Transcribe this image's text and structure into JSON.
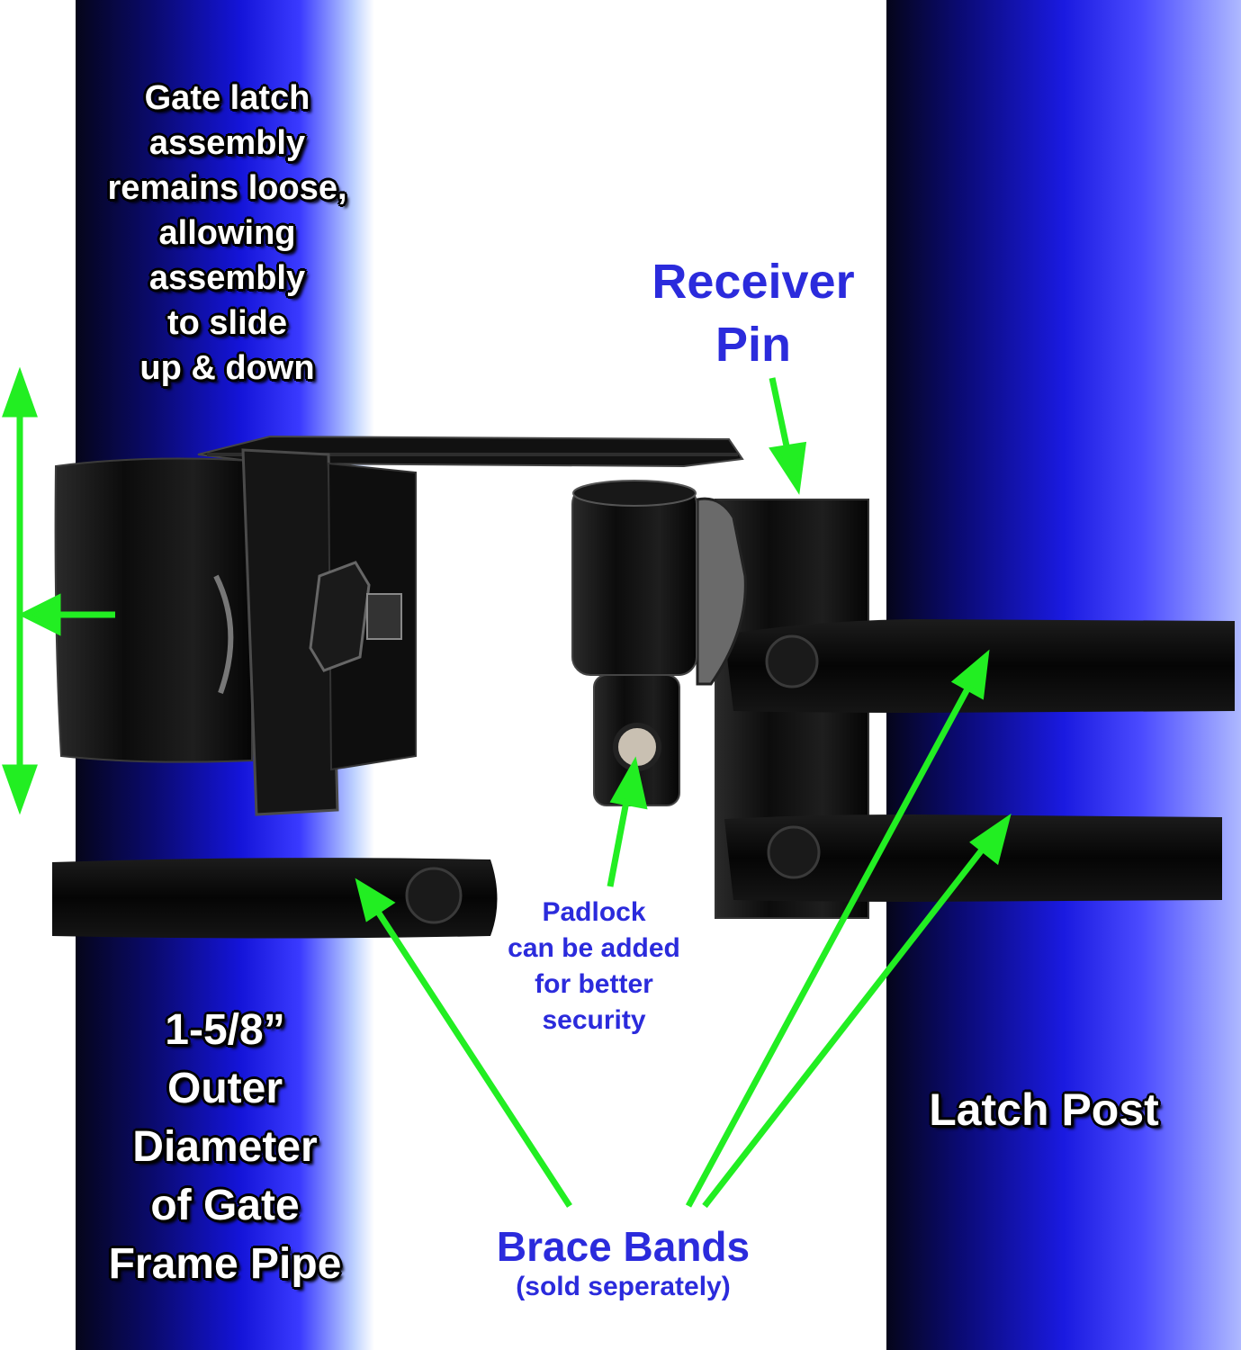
{
  "labels": {
    "assembly_note": [
      "Gate latch",
      "assembly",
      "remains loose,",
      "allowing",
      "assembly",
      "to slide",
      "up & down"
    ],
    "receiver_pin": [
      "Receiver",
      "Pin"
    ],
    "padlock_note": [
      "Padlock",
      "can be added",
      "for better",
      "security"
    ],
    "pipe_size": [
      "1-5/8”",
      "Outer",
      "Diameter",
      "of Gate",
      "Frame Pipe"
    ],
    "latch_post": "Latch Post",
    "brace_bands": "Brace Bands",
    "brace_bands_note": "(sold seperately)"
  },
  "colors": {
    "arrow": "#22ee22",
    "label_blue": "#2b2bdc",
    "hardware": "#0b0b0b"
  }
}
